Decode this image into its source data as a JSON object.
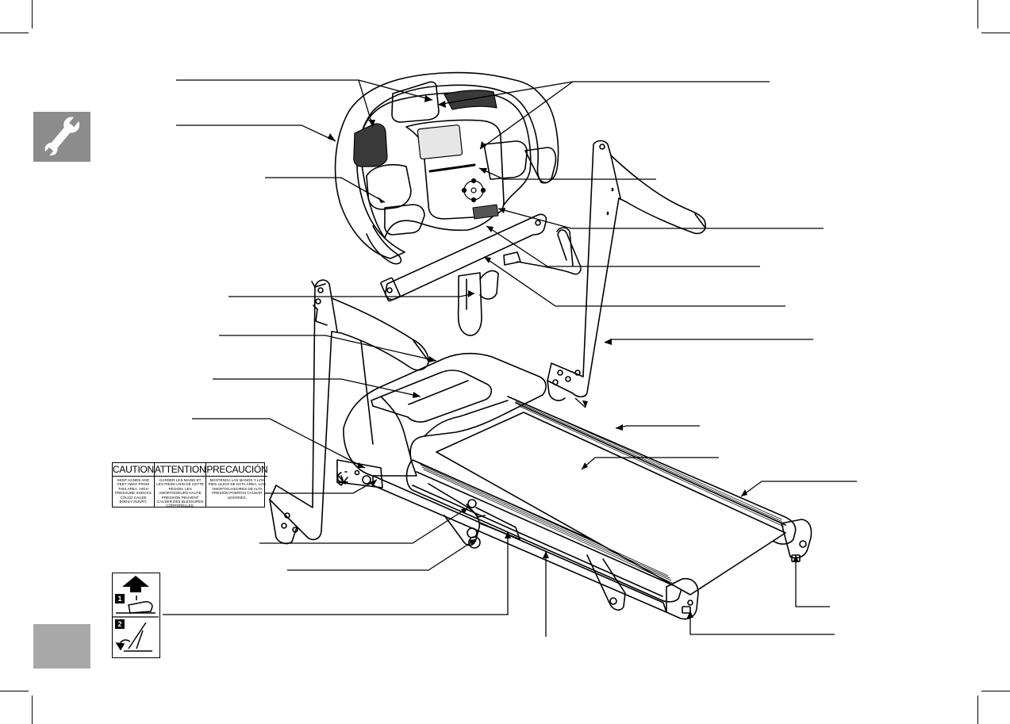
{
  "warning_label": {
    "columns": [
      {
        "heading": "CAUTION",
        "text": "KEEP HANDS AND FEET AWAY FROM THIS AREA. HIGH PRESSURE SHOCKS COULD CAUSE BODILY INJURY."
      },
      {
        "heading": "ATTENTION",
        "text": "GARDER LES MAINS ET LES PIEDS LOIN DE CETTE RÉGION. LES AMORTISSEURS HAUTE PRESSION PEUVENT CAUSER DES BLESSURES CORPORELLES."
      },
      {
        "heading": "PRECAUCIÓN",
        "text": "MANTENGA LAS MANOS Y LOS PIES LEJOS DE ESTA ÁREA. LOS AMORTIGUADORES DE ALTA PRESIÓN PODRÍAN CAUSAR LESIONES."
      }
    ]
  },
  "step_label": {
    "steps": [
      "1",
      "2"
    ]
  },
  "colors": {
    "line": "#000000",
    "wrench_tab": "#8c8c8c",
    "gray_tab": "#a8a8a8",
    "screen_fill": "#e6e6e6",
    "speaker_fill": "#3a3a3a"
  },
  "icons": [
    "wrench-icon",
    "foot-press-icon",
    "deck-fold-icon",
    "arrow-up-icon"
  ]
}
